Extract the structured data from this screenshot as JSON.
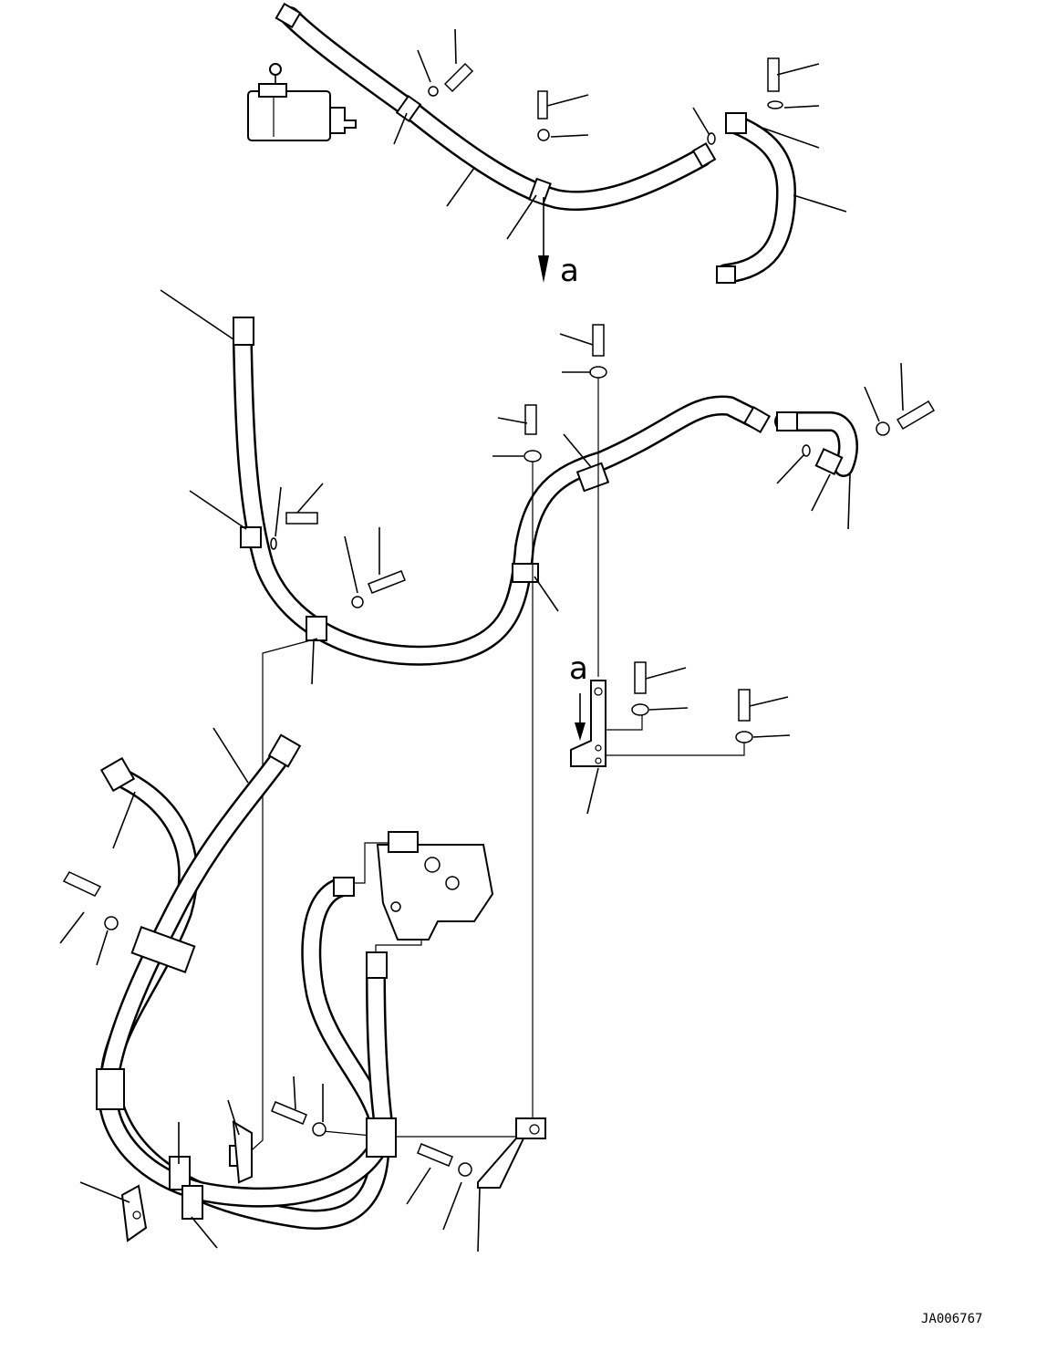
{
  "drawing": {
    "code": "JA006767",
    "view_marker": "a",
    "view_marker_lower": "a"
  }
}
